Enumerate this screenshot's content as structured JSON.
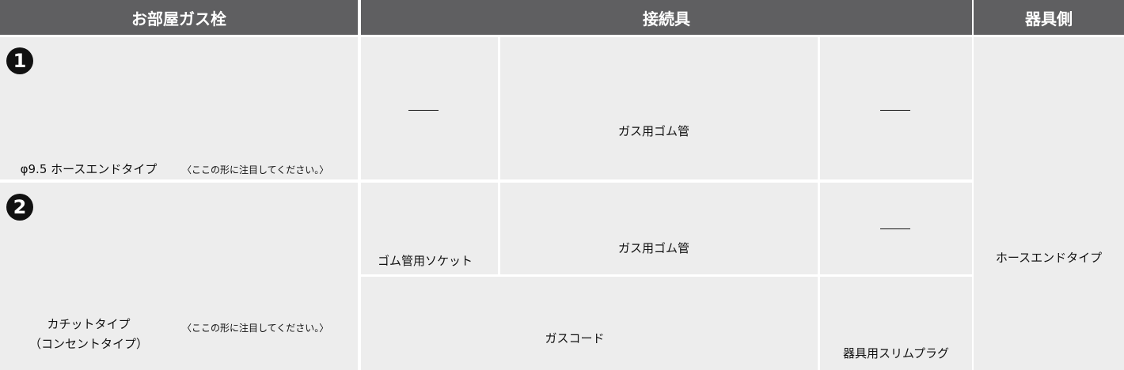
{
  "headers": {
    "room_valve": "お部屋ガス栓",
    "connector": "接続具",
    "appliance": "器具側"
  },
  "rows": [
    {
      "number": "1",
      "valve_label": "φ9.5 ホースエンドタイプ",
      "note": "〈ここの形に注目してください。〉",
      "connector_a": "—",
      "hose": "ガス用ゴム管",
      "connector_c": "—"
    },
    {
      "number": "2",
      "valve_label_line1": "カチットタイプ",
      "valve_label_line2": "（コンセントタイプ）",
      "note": "〈ここの形に注目してください。〉",
      "socket": "ゴム管用ソケット",
      "hose": "ガス用ゴム管",
      "connector_c": "—",
      "gas_cord": "ガスコード",
      "plug": "器具用スリムプラグ"
    }
  ],
  "appliance_label": "ホースエンドタイプ"
}
